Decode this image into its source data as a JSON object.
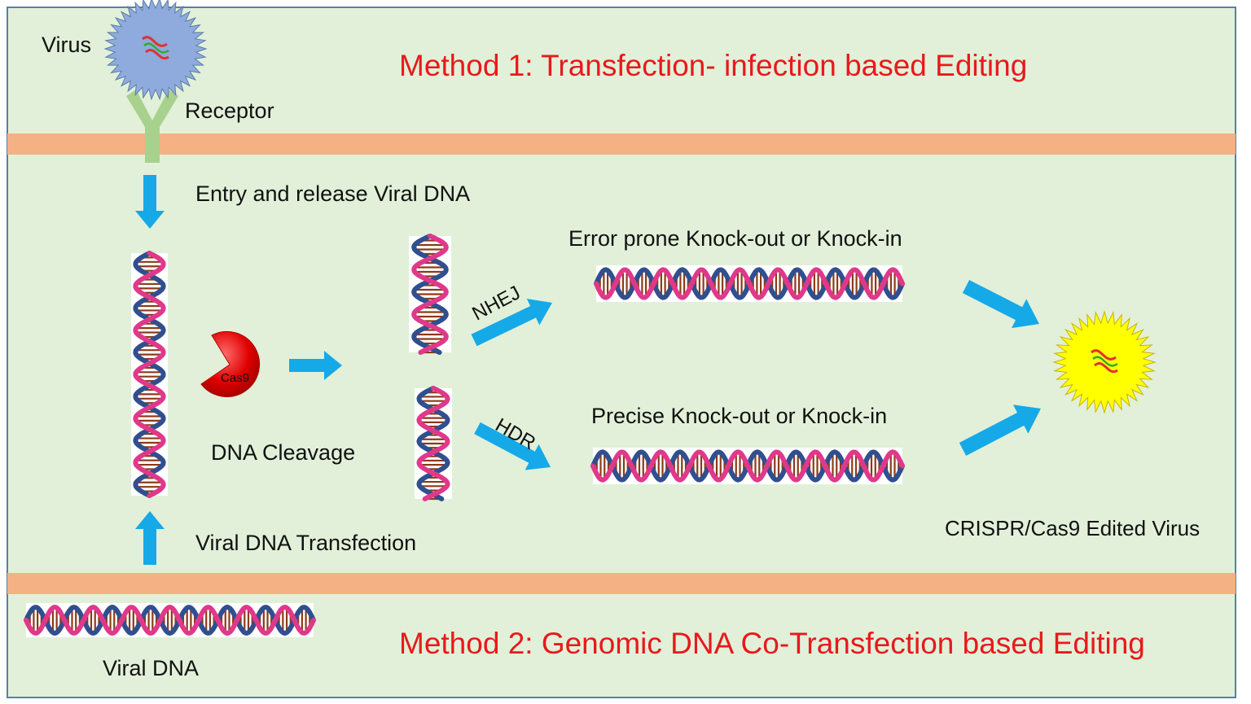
{
  "labels": {
    "virus": "Virus",
    "receptor": "Receptor",
    "method1": "Method 1: Transfection- infection based Editing",
    "entry": "Entry and release Viral DNA",
    "cas9": "Cas9",
    "cleavage": "DNA Cleavage",
    "nhej": "NHEJ",
    "hdr": "HDR",
    "error_prone": "Error prone Knock-out or Knock-in",
    "precise": "Precise Knock-out or Knock-in",
    "edited_virus": "CRISPR/Cas9 Edited Virus",
    "transfection": "Viral DNA Transfection",
    "viral_dna": "Viral DNA",
    "method2": "Method 2: Genomic DNA Co-Transfection based Editing"
  },
  "colors": {
    "background": "#e2f0d9",
    "membrane": "#f4b183",
    "arrow": "#16a9e8",
    "title": "#e8191c",
    "receptor": "#a9d18e",
    "virus": "#8faadc",
    "edited_virus": "#ffff00",
    "cas9": "#e00000",
    "dna_strand_pink": "#e0388a",
    "dna_strand_blue": "#2f4f8f",
    "dna_rung": "#8b3a1a"
  },
  "icons": [
    "virus-icon",
    "receptor-icon",
    "cas9-icon",
    "dna-helix-icon",
    "edited-virus-icon",
    "arrow-icon"
  ]
}
